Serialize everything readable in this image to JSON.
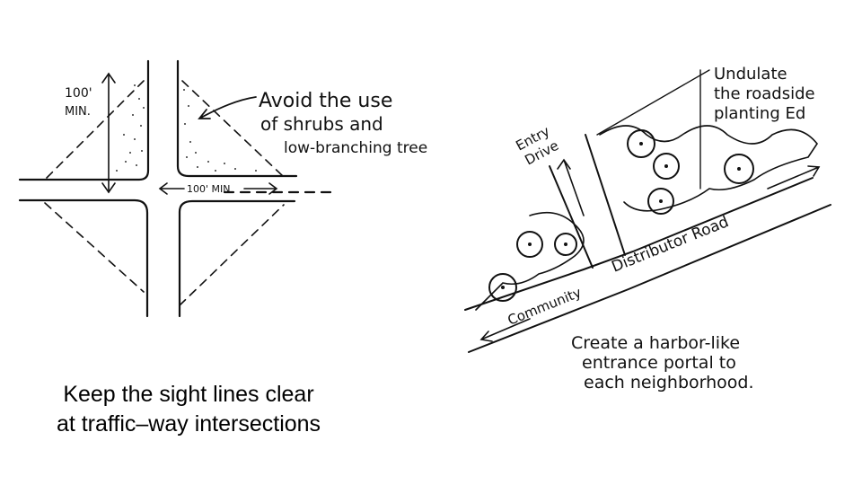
{
  "left_sketch": {
    "dimension_vertical": [
      "100'",
      "MIN."
    ],
    "dimension_horizontal": "100' MIN",
    "note": [
      "Avoid the use",
      "of shrubs and",
      "low-branching tree"
    ]
  },
  "right_sketch": {
    "top_note": [
      "Undulate",
      "the roadside",
      "planting Ed"
    ],
    "entry_drive": [
      "Entry",
      "Drive"
    ],
    "distributor_road": "Distributor Road",
    "community": "Community",
    "bottom_note": [
      "Create a harbor-like",
      "entrance portal to",
      "each neighborhood."
    ]
  },
  "caption": {
    "line1": "Keep the sight lines clear",
    "line2": "at traffic–way intersections"
  },
  "colors": {
    "ink": "#111111",
    "background": "#ffffff"
  }
}
